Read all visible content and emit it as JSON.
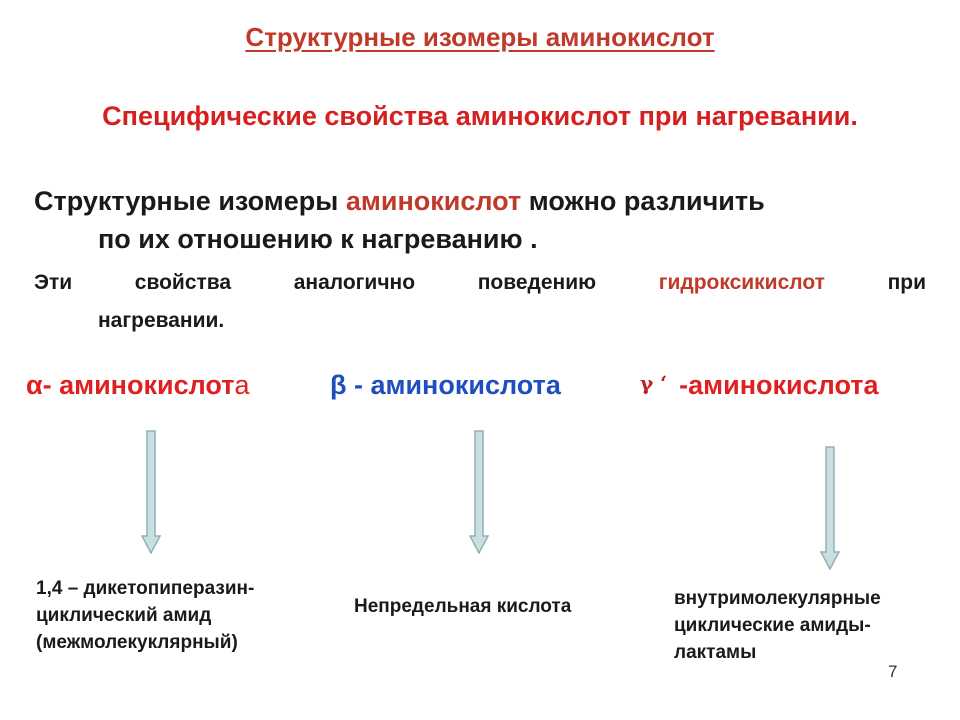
{
  "slide": {
    "title": "Структурные изомеры аминокислот",
    "subtitle": "Специфические свойства аминокислот при нагревании.",
    "para1": {
      "part1": "Структурные изомеры ",
      "highlight": "аминокислот",
      "part2": " можно различить",
      "line2": "по их отношению  к нагреванию ."
    },
    "para2": {
      "words": [
        "Эти",
        "свойства",
        "аналогично",
        "поведению"
      ],
      "highlight": "гидроксикислот",
      "last_word": "при",
      "line2": "нагревании."
    },
    "categories": {
      "alpha": {
        "main": "α- аминокислот",
        "tail": "а"
      },
      "beta": "β - аминокислота",
      "gamma": {
        "symbol": "γ ‘",
        "label": "-аминокислота"
      }
    },
    "results": {
      "alpha": [
        "1,4 – дикетопиперазин-",
        "циклический амид",
        "(межмолекуклярный)"
      ],
      "beta": "Непредельная кислота",
      "gamma": [
        "внутримолекулярные",
        "циклические амиды-",
        "лактамы"
      ]
    },
    "page_number": "7",
    "colors": {
      "title": "#c0392b",
      "subtitle": "#d62020",
      "alpha": "#e02020",
      "beta": "#1f4fbf",
      "arrow_fill": "#c9dfe0",
      "arrow_stroke": "#8fb2b5"
    }
  }
}
